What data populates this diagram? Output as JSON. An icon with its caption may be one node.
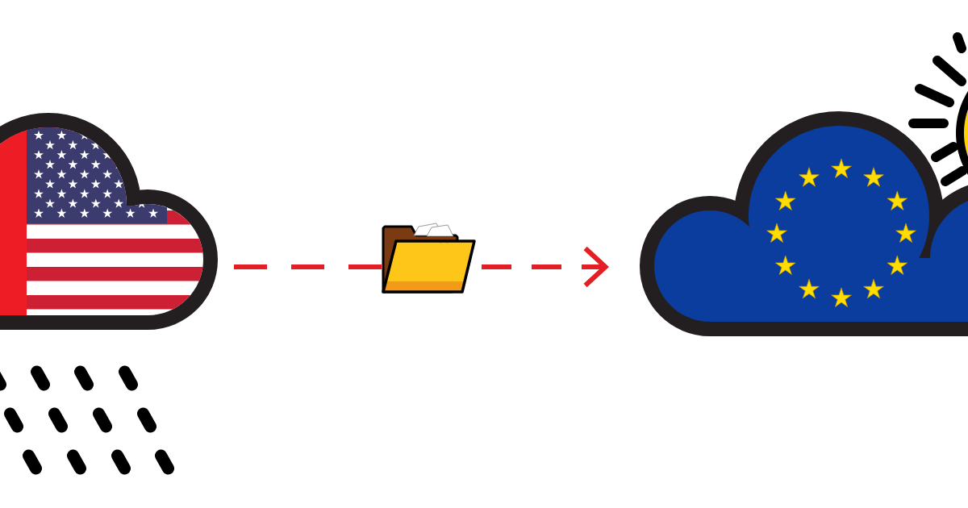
{
  "diagram": {
    "nodes": [
      {
        "text": [],
        "shape": "cloud"
      },
      {
        "text": [],
        "shape": "folder"
      },
      {
        "text": [],
        "shape": "cloud"
      }
    ],
    "edges": [
      {
        "from": 0,
        "to": 1,
        "arrow": "none",
        "style": "dashed",
        "color": "#e31e24"
      },
      {
        "from": 1,
        "to": 2,
        "arrow": "to",
        "style": "dashed",
        "color": "#e31e24"
      }
    ]
  }
}
